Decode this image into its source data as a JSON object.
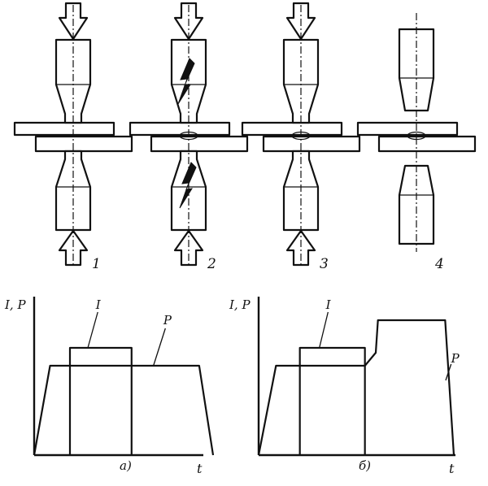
{
  "stages": [
    {
      "id": "1",
      "label": "1",
      "electrodes_closed": true,
      "sparks": false,
      "nugget": false
    },
    {
      "id": "2",
      "label": "2",
      "electrodes_closed": true,
      "sparks": true,
      "nugget": true
    },
    {
      "id": "3",
      "label": "3",
      "electrodes_closed": true,
      "sparks": false,
      "nugget": true
    },
    {
      "id": "4",
      "label": "4",
      "electrodes_closed": false,
      "sparks": false,
      "nugget": true
    }
  ],
  "charts": [
    {
      "id": "a",
      "caption": "а)",
      "y_axis_label": "I, P",
      "x_axis_label": "t",
      "current_label": "I",
      "pressure_label": "P",
      "pressure_profile": [
        [
          0,
          0
        ],
        [
          8,
          55
        ],
        [
          83,
          55
        ],
        [
          90,
          0
        ]
      ],
      "current_profile": [
        [
          18,
          0
        ],
        [
          18,
          66
        ],
        [
          49,
          66
        ],
        [
          49,
          0
        ]
      ]
    },
    {
      "id": "b",
      "caption": "б)",
      "y_axis_label": "I, P",
      "x_axis_label": "t",
      "current_label": "I",
      "pressure_label": "P",
      "pressure_profile": [
        [
          0,
          0
        ],
        [
          8,
          55
        ],
        [
          49,
          55
        ],
        [
          54,
          63
        ],
        [
          55,
          83
        ],
        [
          86,
          83
        ],
        [
          90,
          0
        ]
      ],
      "current_profile": [
        [
          19,
          0
        ],
        [
          19,
          66
        ],
        [
          49,
          66
        ],
        [
          49,
          0
        ]
      ]
    }
  ]
}
